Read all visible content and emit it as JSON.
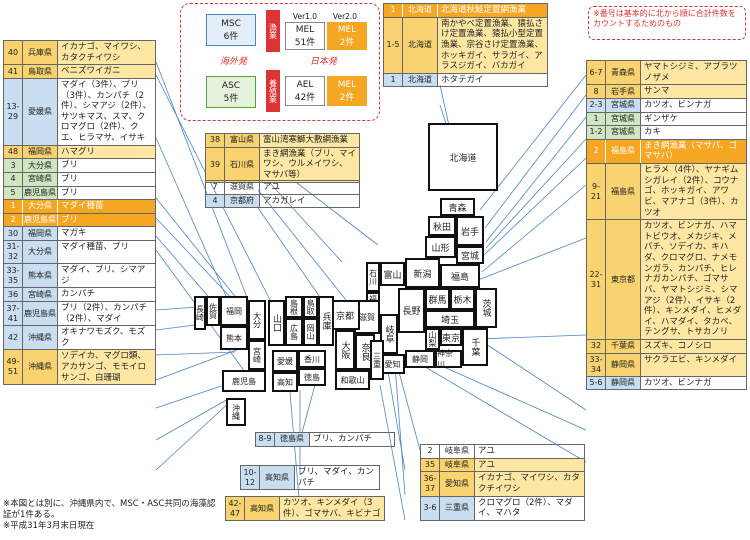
{
  "legend": {
    "msc": "MSC",
    "msc_count": "6件",
    "asc": "ASC",
    "asc_count": "5件",
    "ver1": "Ver1.0",
    "ver2": "Ver2.0",
    "mel1": "MEL",
    "mel1_count": "51件",
    "mel2": "MEL",
    "mel2_count": "2件",
    "ael": "AEL",
    "ael_count": "42件",
    "mel3": "MEL",
    "mel3_count": "2件",
    "fishery": "漁業",
    "aquaculture": "養殖業",
    "overseas": "海外発",
    "japan": "日本発"
  },
  "note_top": "※番号は基本的に北から順に合計件数をカウントするためのもの",
  "notes_bottom": [
    "※本図とは別に、沖縄県内で、MSC・ASC共同の海藻認証が1件ある。",
    "※平成31年3月末日現在"
  ],
  "left": [
    {
      "n": "40",
      "p": "兵庫県",
      "t": "イカナゴ、マイワシ、カタクチイワシ",
      "c": "yellow"
    },
    {
      "n": "41",
      "p": "鳥取県",
      "t": "ベニズワイガニ",
      "c": "yellow"
    },
    {
      "n": "13-29",
      "p": "愛媛県",
      "t": "マダイ（3件）、ブリ（3件）、カンパチ（2件）、シマアジ（2件）、サツキマス、スマ、クロマグロ（2件）、クエ、ヒラマサ、イサキ",
      "c": "blue"
    },
    {
      "n": "48",
      "p": "福岡県",
      "t": "ハマグリ",
      "c": "yellow"
    },
    {
      "n": "3",
      "p": "大分県",
      "t": "ブリ",
      "c": "green"
    },
    {
      "n": "4",
      "p": "宮崎県",
      "t": "ブリ",
      "c": "green"
    },
    {
      "n": "5",
      "p": "鹿児島県",
      "t": "ブリ",
      "c": "green"
    },
    {
      "n": "1",
      "p": "大分県",
      "t": "マダイ種苗",
      "c": "orange"
    },
    {
      "n": "2",
      "p": "鹿児島県",
      "t": "ブリ",
      "c": "orange"
    },
    {
      "n": "30",
      "p": "福岡県",
      "t": "マガキ",
      "c": "blue"
    },
    {
      "n": "31-32",
      "p": "大分県",
      "t": "マダイ種苗、ブリ",
      "c": "blue"
    },
    {
      "n": "33-35",
      "p": "熊本県",
      "t": "マダイ、ブリ、シマアジ",
      "c": "blue"
    },
    {
      "n": "36",
      "p": "宮崎県",
      "t": "カンパチ",
      "c": "blue"
    },
    {
      "n": "37-41",
      "p": "鹿児島県",
      "t": "ブリ（2件）、カンパチ（2件）、マダイ",
      "c": "blue"
    },
    {
      "n": "42",
      "p": "沖縄県",
      "t": "オキナワモズク、モズク",
      "c": "blue"
    },
    {
      "n": "49-51",
      "p": "沖縄県",
      "t": "ソデイカ、マグロ類、アカサンゴ、モモイロサンゴ、白珊瑚",
      "c": "yellow"
    }
  ],
  "top_center": [
    {
      "n": "38",
      "p": "富山県",
      "t": "富山湾寒鰤大敷網漁業",
      "c": "yellow"
    },
    {
      "n": "39",
      "p": "石川県",
      "t": "まき網漁業（ブリ、マイワシ、ウルメイワシ、マサバ等）",
      "c": "yellow"
    }
  ],
  "mid_center": [
    {
      "n": "7",
      "p": "滋賀県",
      "t": "アユ",
      "c": "white"
    },
    {
      "n": "4",
      "p": "京都府",
      "t": "アカガレイ",
      "c": "blue"
    }
  ],
  "hokkaido": [
    {
      "n": "1",
      "p": "北海道",
      "t": "北海道秋鮭定置網漁業",
      "c": "orange"
    },
    {
      "n": "1-5",
      "p": "北海道",
      "t": "南かやべ定置漁業、猿払さけ定置漁業、猿払小型定置漁業、宗谷さけ定置漁業、ホッキガイ、サラガイ、アラスジガイ、バカガイ",
      "c": "yellow"
    },
    {
      "n": "1",
      "p": "北海道",
      "t": "ホタテガイ",
      "c": "blue"
    }
  ],
  "right": [
    {
      "n": "6-7",
      "p": "青森県",
      "t": "ヤマトシジミ、アブラツノザメ",
      "c": "yellow"
    },
    {
      "n": "8",
      "p": "岩手県",
      "t": "サンマ",
      "c": "yellow"
    },
    {
      "n": "2-3",
      "p": "宮城県",
      "t": "カツオ、ビンナガ",
      "c": "blue"
    },
    {
      "n": "1",
      "p": "宮城県",
      "t": "ギンザケ",
      "c": "green"
    },
    {
      "n": "1-2",
      "p": "宮城県",
      "t": "カキ",
      "c": "green"
    },
    {
      "n": "2",
      "p": "福島県",
      "t": "まき網漁業（マサバ、ゴマサバ）",
      "c": "orange"
    },
    {
      "n": "9-21",
      "p": "福島県",
      "t": "ヒラメ（4件）、ヤナギムシガレイ（2件）、コウナゴ、ホッキガイ、アワビ、マアナゴ（3件）、カツオ",
      "c": "yellow"
    },
    {
      "n": "22-31",
      "p": "東京都",
      "t": "カツオ、ビンナガ、ハマトビウオ、メカジキ、メバチ、ソデイカ、キハダ、クロマグロ、ナメモンガラ、カンパチ、ヒレナガカンパチ、ゴマサバ、ヤマトシジミ、シマアジ（2件）、イサキ（2件）、キンメダイ、ヒメダイ、ハマダイ、タカベ、テングサ、トサカノリ",
      "c": "yellow"
    },
    {
      "n": "32",
      "p": "千葉県",
      "t": "スズキ、コノシロ",
      "c": "yellow"
    },
    {
      "n": "33-34",
      "p": "静岡県",
      "t": "サクラエビ、キンメダイ",
      "c": "yellow"
    },
    {
      "n": "5-6",
      "p": "静岡県",
      "t": "カツオ、ビンナガ",
      "c": "blue"
    }
  ],
  "bottom": [
    {
      "n": "8-9",
      "p": "徳島県",
      "t": "ブリ、カンパチ",
      "c": "blue"
    },
    {
      "n": "10-12",
      "p": "高知県",
      "t": "ブリ、マダイ、カンパチ",
      "c": "blue"
    },
    {
      "n": "42-47",
      "p": "高知県",
      "t": "カツオ、キンメダイ（3件）、ゴマサバ、キビナゴ",
      "c": "yellow"
    },
    {
      "n": "2",
      "p": "岐阜県",
      "t": "アユ",
      "c": "white"
    },
    {
      "n": "35",
      "p": "岐阜県",
      "t": "アユ",
      "c": "yellow"
    },
    {
      "n": "36-37",
      "p": "愛知県",
      "t": "イカナゴ、マイワシ、カタクチイワシ",
      "c": "yellow"
    },
    {
      "n": "3-6",
      "p": "三重県",
      "t": "クロマグロ（2件）、マダイ、マハタ",
      "c": "blue"
    }
  ],
  "map": {
    "hokkaido": "北海道",
    "aomori": "青森",
    "akita": "秋田",
    "iwate": "岩手",
    "yamagata": "山形",
    "miyagi": "宮城",
    "niigata": "新潟",
    "fukushima": "福島",
    "toyama": "富山",
    "ishikawa": "石川",
    "fukui": "福井",
    "gunma": "群馬",
    "tochigi": "栃木",
    "ibaraki": "茨城",
    "nagano": "長野",
    "saitama": "埼玉",
    "yamanashi": "山梨",
    "tokyo": "東京",
    "chiba": "千葉",
    "kanagawa": "神奈川",
    "shizuoka": "静岡",
    "gifu": "岐阜",
    "aichi": "愛知",
    "shiga": "滋賀",
    "kyoto": "京都",
    "osaka": "大阪",
    "nara": "奈良",
    "mie": "三重",
    "wakayama": "和歌山",
    "hyogo": "兵庫",
    "tottori": "鳥取",
    "okayama": "岡山",
    "shimane": "島根",
    "hiroshima": "広島",
    "yamaguchi": "山口",
    "kagawa": "香川",
    "ehime": "愛媛",
    "tokushima": "徳島",
    "kochi": "高知",
    "fukuoka": "福岡",
    "saga": "佐賀",
    "nagasaki": "長崎",
    "oita": "大分",
    "kumamoto": "熊本",
    "miyazaki": "宮崎",
    "kagoshima": "鹿児島",
    "okinawa": "沖縄"
  }
}
